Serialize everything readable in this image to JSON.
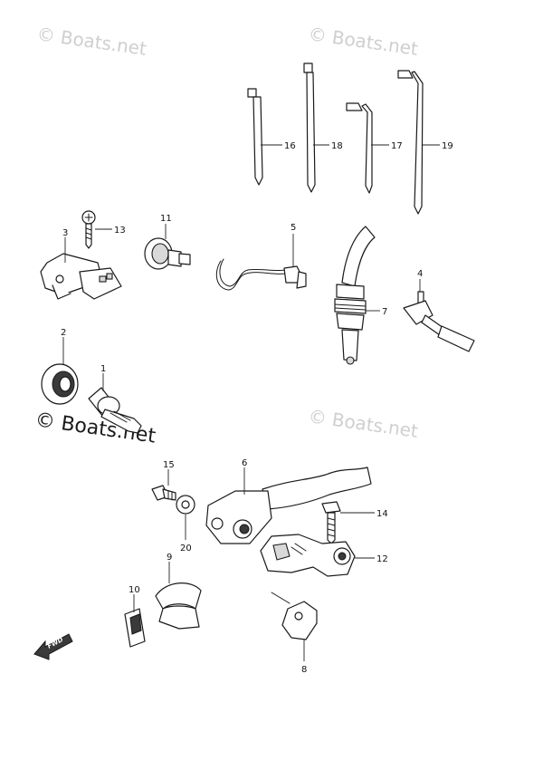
{
  "watermarks": {
    "light_text": "© Boats.net",
    "strong_text": "© Boats.net"
  },
  "fwd_label": "FWD",
  "callouts": [
    {
      "id": "16",
      "label": "16"
    },
    {
      "id": "18",
      "label": "18"
    },
    {
      "id": "17",
      "label": "17"
    },
    {
      "id": "19",
      "label": "19"
    },
    {
      "id": "3",
      "label": "3"
    },
    {
      "id": "13",
      "label": "13"
    },
    {
      "id": "11",
      "label": "11"
    },
    {
      "id": "5",
      "label": "5"
    },
    {
      "id": "7",
      "label": "7"
    },
    {
      "id": "4",
      "label": "4"
    },
    {
      "id": "2",
      "label": "2"
    },
    {
      "id": "1",
      "label": "1"
    },
    {
      "id": "15",
      "label": "15"
    },
    {
      "id": "6",
      "label": "6"
    },
    {
      "id": "20",
      "label": "20"
    },
    {
      "id": "14",
      "label": "14"
    },
    {
      "id": "12",
      "label": "12"
    },
    {
      "id": "9",
      "label": "9"
    },
    {
      "id": "10",
      "label": "10"
    },
    {
      "id": "8",
      "label": "8"
    }
  ]
}
